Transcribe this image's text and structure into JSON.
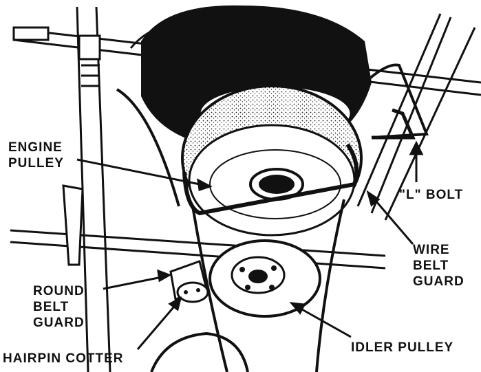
{
  "labels": {
    "engine_pulley": [
      "ENGINE",
      "PULLEY"
    ],
    "l_bolt": "\"L\" BOLT",
    "wire_belt_guard": [
      "WIRE",
      "BELT",
      "GUARD"
    ],
    "round_belt_guard": [
      "ROUND",
      "BELT",
      "GUARD"
    ],
    "hairpin_cotter": "HAIRPIN COTTER",
    "idler_pulley": "IDLER PULLEY"
  },
  "colors": {
    "ink": "#111111",
    "paper": "#ffffff",
    "shade": "#1a1a1a"
  }
}
